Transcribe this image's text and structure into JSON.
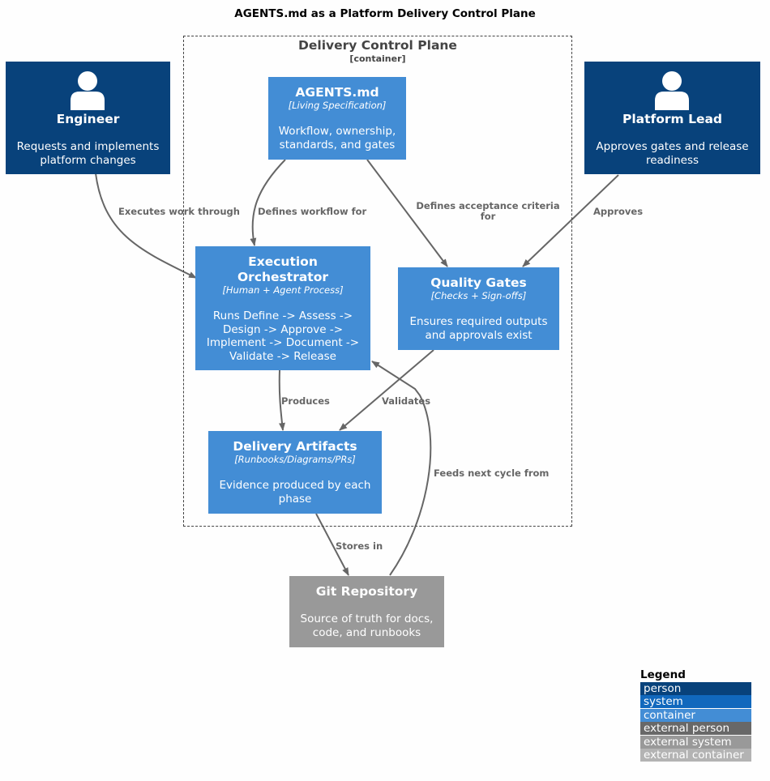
{
  "title": "AGENTS.md as a Platform Delivery Control Plane",
  "boundary": {
    "name": "Delivery Control Plane",
    "type": "[container]"
  },
  "nodes": {
    "engineer": {
      "name": "Engineer",
      "description_lines": [
        "Requests and implements",
        "platform changes"
      ],
      "color": "#08427b",
      "icon": "person-icon"
    },
    "platform_lead": {
      "name": "Platform Lead",
      "description_lines": [
        "Approves gates and release",
        "readiness"
      ],
      "color": "#08427b",
      "icon": "person-icon"
    },
    "agents_md": {
      "name": "AGENTS.md",
      "technology": "[Living Specification]",
      "description_lines": [
        "Workflow, ownership,",
        "standards, and gates"
      ],
      "color": "#438dd5"
    },
    "orchestrator": {
      "name_lines": [
        "Execution",
        "Orchestrator"
      ],
      "technology": "[Human + Agent Process]",
      "description_lines": [
        "Runs Define -> Assess ->",
        "Design -> Approve ->",
        "Implement -> Document ->",
        "Validate -> Release"
      ],
      "color": "#438dd5"
    },
    "quality_gates": {
      "name": "Quality Gates",
      "technology": "[Checks + Sign-offs]",
      "description_lines": [
        "Ensures required outputs",
        "and approvals exist"
      ],
      "color": "#438dd5"
    },
    "artifacts": {
      "name": "Delivery Artifacts",
      "technology": "[Runbooks/Diagrams/PRs]",
      "description_lines": [
        "Evidence produced by each",
        "phase"
      ],
      "color": "#438dd5"
    },
    "git_repo": {
      "name": "Git Repository",
      "description_lines": [
        "Source of truth for docs,",
        "code, and runbooks"
      ],
      "color": "#999999"
    }
  },
  "edges": {
    "executes": "Executes work through",
    "defines_workflow": "Defines workflow for",
    "defines_acceptance_lines": [
      "Defines acceptance criteria",
      "for"
    ],
    "approves": "Approves",
    "produces": "Produces",
    "validates": "Validates",
    "feeds": "Feeds next cycle from",
    "stores": "Stores in"
  },
  "legend": {
    "title": "Legend",
    "items": [
      {
        "label": "person",
        "color": "#08427b"
      },
      {
        "label": "system",
        "color": "#1168bd"
      },
      {
        "label": "container",
        "color": "#438dd5"
      },
      {
        "label": "external person",
        "color": "#686868"
      },
      {
        "label": "external system",
        "color": "#999999"
      },
      {
        "label": "external container",
        "color": "#b3b3b3"
      }
    ]
  }
}
